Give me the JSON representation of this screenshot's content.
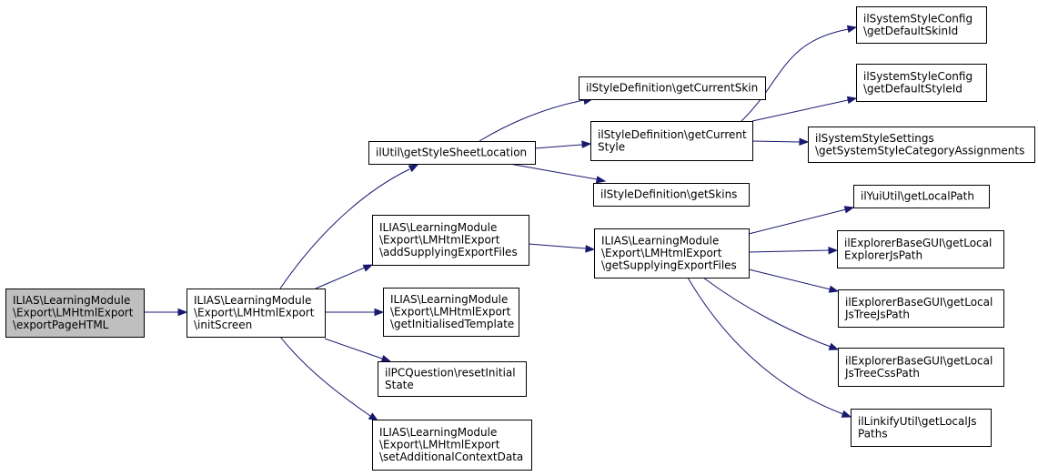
{
  "colors": {
    "edge": "#191970",
    "node_border": "#000000",
    "node_fill": "#ffffff",
    "root_fill": "#bfbfbf",
    "background": "#ffffff"
  },
  "nodes": {
    "exportPageHTML": {
      "lines": [
        "ILIAS\\LearningModule",
        "\\Export\\LMHtmlExport",
        "\\exportPageHTML"
      ],
      "root": true
    },
    "initScreen": {
      "lines": [
        "ILIAS\\LearningModule",
        "\\Export\\LMHtmlExport",
        "\\initScreen"
      ]
    },
    "getStyleSheetLocation": {
      "lines": [
        "ilUtil\\getStyleSheetLocation"
      ]
    },
    "addSupplyingExportFiles": {
      "lines": [
        "ILIAS\\LearningModule",
        "\\Export\\LMHtmlExport",
        "\\addSupplyingExportFiles"
      ]
    },
    "getInitialisedTemplate": {
      "lines": [
        "ILIAS\\LearningModule",
        "\\Export\\LMHtmlExport",
        "\\getInitialisedTemplate"
      ]
    },
    "resetInitialState": {
      "lines": [
        "ilPCQuestion\\resetInitial",
        "State"
      ]
    },
    "setAdditionalContextData": {
      "lines": [
        "ILIAS\\LearningModule",
        "\\Export\\LMHtmlExport",
        "\\setAdditionalContextData"
      ]
    },
    "getCurrentSkin": {
      "lines": [
        "ilStyleDefinition\\getCurrentSkin"
      ]
    },
    "getCurrentStyle": {
      "lines": [
        "ilStyleDefinition\\getCurrent",
        "Style"
      ]
    },
    "getSkins": {
      "lines": [
        "ilStyleDefinition\\getSkins"
      ]
    },
    "getSupplyingExportFiles": {
      "lines": [
        "ILIAS\\LearningModule",
        "\\Export\\LMHtmlExport",
        "\\getSupplyingExportFiles"
      ]
    },
    "getDefaultSkinId": {
      "lines": [
        "ilSystemStyleConfig",
        "\\getDefaultSkinId"
      ]
    },
    "getDefaultStyleId": {
      "lines": [
        "ilSystemStyleConfig",
        "\\getDefaultStyleId"
      ]
    },
    "getSystemStyleCategoryAssignments": {
      "lines": [
        "ilSystemStyleSettings",
        "\\getSystemStyleCategoryAssignments"
      ]
    },
    "yuiGetLocalPath": {
      "lines": [
        "ilYuiUtil\\getLocalPath"
      ]
    },
    "getLocalExplorerJsPath": {
      "lines": [
        "ilExplorerBaseGUI\\getLocal",
        "ExplorerJsPath"
      ]
    },
    "getLocalJsTreeJsPath": {
      "lines": [
        "ilExplorerBaseGUI\\getLocal",
        "JsTreeJsPath"
      ]
    },
    "getLocalJsTreeCssPath": {
      "lines": [
        "ilExplorerBaseGUI\\getLocal",
        "JsTreeCssPath"
      ]
    },
    "linkifyGetLocalJsPaths": {
      "lines": [
        "ilLinkifyUtil\\getLocalJs",
        "Paths"
      ]
    }
  },
  "edges": [
    {
      "from": "exportPageHTML",
      "to": "initScreen"
    },
    {
      "from": "initScreen",
      "to": "getStyleSheetLocation"
    },
    {
      "from": "initScreen",
      "to": "addSupplyingExportFiles"
    },
    {
      "from": "initScreen",
      "to": "getInitialisedTemplate"
    },
    {
      "from": "initScreen",
      "to": "resetInitialState"
    },
    {
      "from": "initScreen",
      "to": "setAdditionalContextData"
    },
    {
      "from": "getStyleSheetLocation",
      "to": "getCurrentSkin"
    },
    {
      "from": "getStyleSheetLocation",
      "to": "getCurrentStyle"
    },
    {
      "from": "getStyleSheetLocation",
      "to": "getSkins"
    },
    {
      "from": "getCurrentStyle",
      "to": "getDefaultSkinId"
    },
    {
      "from": "getCurrentStyle",
      "to": "getDefaultStyleId"
    },
    {
      "from": "getCurrentStyle",
      "to": "getSystemStyleCategoryAssignments"
    },
    {
      "from": "addSupplyingExportFiles",
      "to": "getSupplyingExportFiles"
    },
    {
      "from": "getSupplyingExportFiles",
      "to": "yuiGetLocalPath"
    },
    {
      "from": "getSupplyingExportFiles",
      "to": "getLocalExplorerJsPath"
    },
    {
      "from": "getSupplyingExportFiles",
      "to": "getLocalJsTreeJsPath"
    },
    {
      "from": "getSupplyingExportFiles",
      "to": "getLocalJsTreeCssPath"
    },
    {
      "from": "getSupplyingExportFiles",
      "to": "linkifyGetLocalJsPaths"
    }
  ]
}
